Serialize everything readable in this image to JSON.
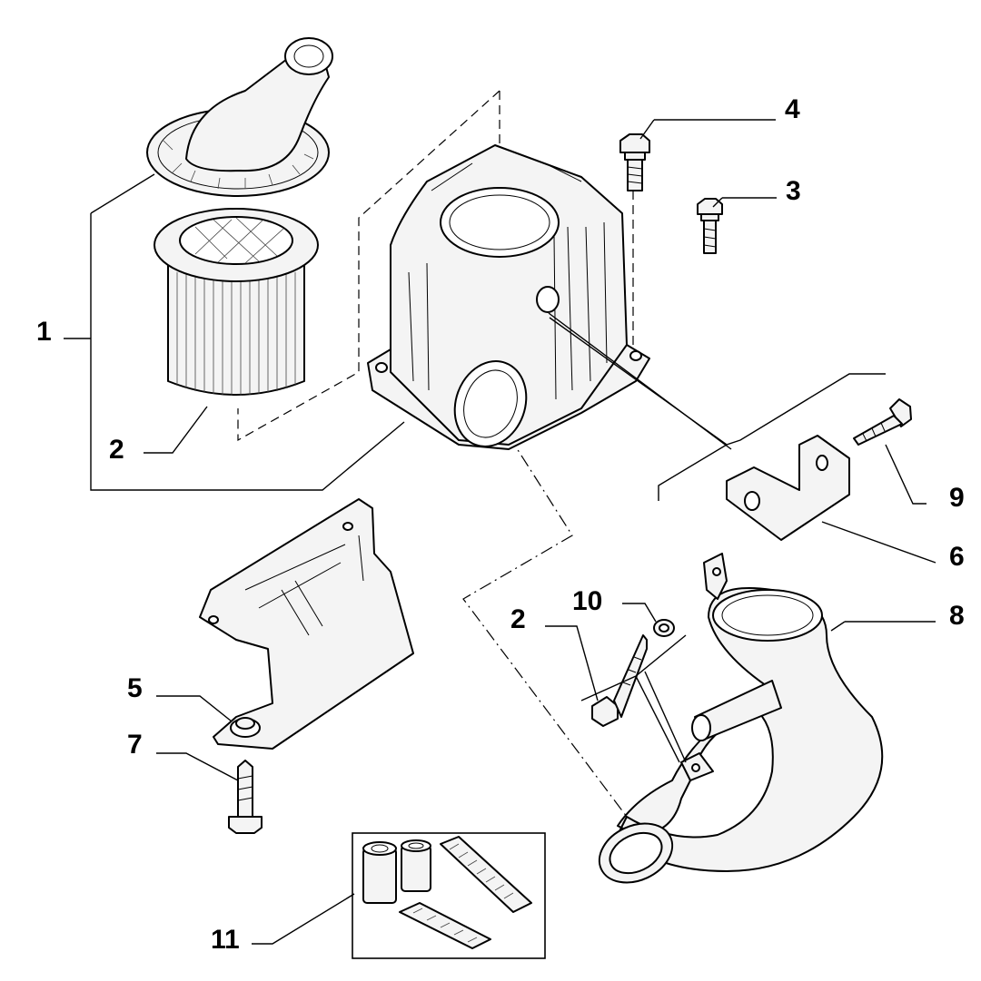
{
  "callouts": [
    {
      "id": "c1",
      "text": "1"
    },
    {
      "id": "c2a",
      "text": "2"
    },
    {
      "id": "c2b",
      "text": "2"
    },
    {
      "id": "c3",
      "text": "3"
    },
    {
      "id": "c4",
      "text": "4"
    },
    {
      "id": "c5",
      "text": "5"
    },
    {
      "id": "c6",
      "text": "6"
    },
    {
      "id": "c7",
      "text": "7"
    },
    {
      "id": "c8",
      "text": "8"
    },
    {
      "id": "c9",
      "text": "9"
    },
    {
      "id": "c10",
      "text": "10"
    },
    {
      "id": "c11",
      "text": "11"
    }
  ]
}
